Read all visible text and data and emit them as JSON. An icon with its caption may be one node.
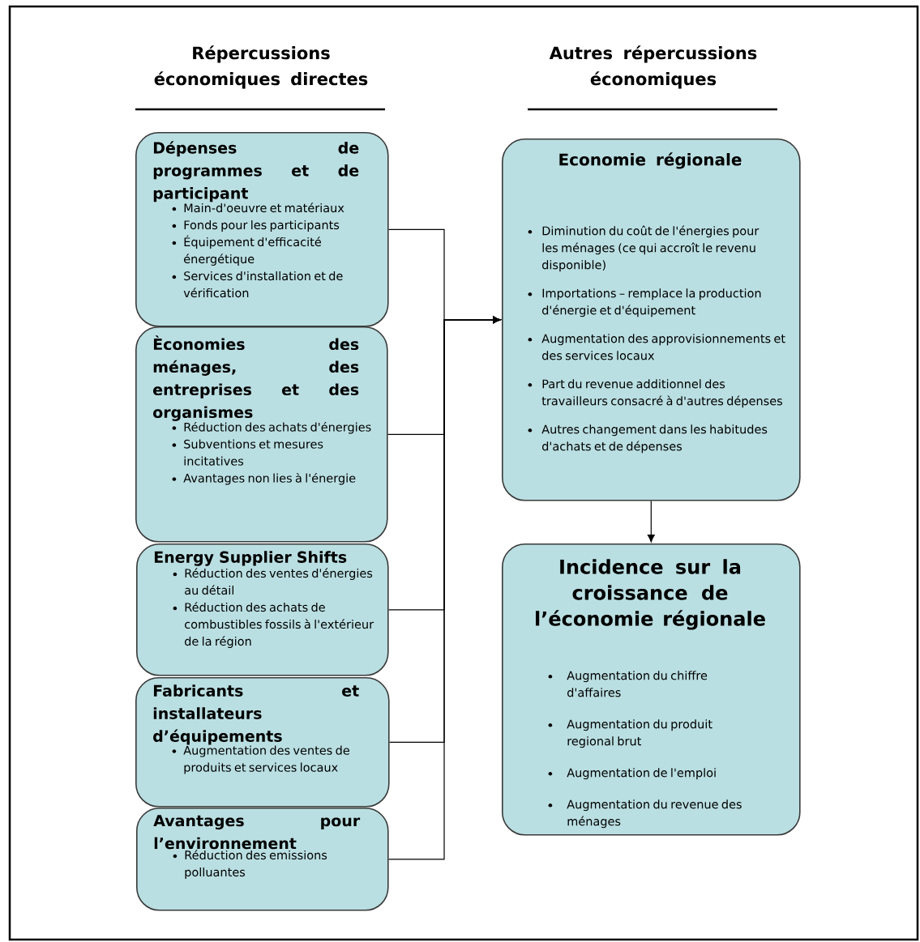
{
  "diagram": {
    "nodes": [
      {
        "text": [
          "Dépenses de programmes et de participant",
          "Main-d'oeuvre et matériaux",
          "Fonds pour les participants",
          "Équipement d'efficacité énergétique",
          "Services d'installation et de vérification"
        ]
      },
      {
        "text": [
          "Èconomies des ménages, des entreprises et des organismes",
          "Réduction des achats d'énergies",
          "Subventions et mesures incitatives",
          "Avantages non lies à l'énergie"
        ]
      },
      {
        "text": [
          "Energy Supplier Shifts",
          "Réduction des ventes d'énergies au détail",
          "Réduction des achats de combustibles fossils à l'extérieur de la région"
        ]
      },
      {
        "text": [
          "Fabricants et installateurs d’équipements",
          "Augmentation des ventes de produits et services locaux"
        ]
      },
      {
        "text": [
          "Avantages pour l’environnement",
          "Réduction des emissions polluantes"
        ]
      },
      {
        "text": [
          "Economie régionale",
          "Diminution du coût de l'énergies pour les ménages (ce qui accroît le revenu disponible)",
          "Importations – remplace la production d'énergie et d'équipement",
          "Augmentation des approvisionnements et des services locaux",
          "Part du revenue additionnel des travailleurs consacré à d'autres dépenses",
          "Autres changement dans les habitudes d'achats et de dépenses"
        ]
      },
      {
        "text": [
          "Incidence sur la croissance de l’économie régionale",
          "Augmentation du chiffre d'affaires",
          "Augmentation du produit regional brut",
          "Augmentation de l'emploi",
          "Augmentation du revenue des ménages"
        ]
      }
    ],
    "edges": [
      {
        "from": 0,
        "to": 5,
        "arrow": "to"
      },
      {
        "from": 1,
        "to": 5,
        "arrow": "to"
      },
      {
        "from": 2,
        "to": 5,
        "arrow": "to"
      },
      {
        "from": 3,
        "to": 5,
        "arrow": "to"
      },
      {
        "from": 4,
        "to": 5,
        "arrow": "to"
      },
      {
        "from": 5,
        "to": 6,
        "arrow": "to"
      }
    ],
    "labels": [
      "Répercussions économiques directes",
      "Autres répercussions économiques"
    ]
  }
}
